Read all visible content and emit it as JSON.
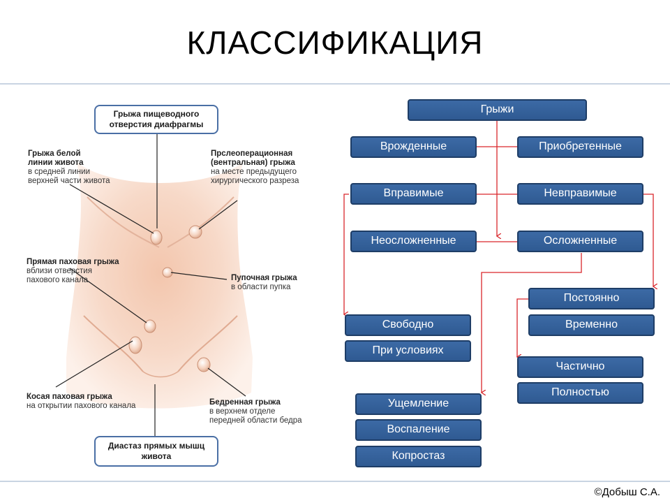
{
  "slide": {
    "title": "КЛАССИФИКАЦИЯ",
    "copyright": "©Добыш С.А."
  },
  "illustration": {
    "top_callout_line1": "Грыжа пищеводного",
    "top_callout_line2": "отверстия диафрагмы",
    "bottom_callout_line1": "Диастаз прямых мышц",
    "bottom_callout_line2": "живота",
    "labels": [
      {
        "title1": "Грыжа белой",
        "title2": "линии живота",
        "desc1": "в средней линии",
        "desc2": "верхней части живота"
      },
      {
        "title1": "Прслеоперационная",
        "title2": "(вентральная) грыжа",
        "desc1": "на месте предыдущего",
        "desc2": "хирургического разреза"
      },
      {
        "title1": "Прямая паховая грыжа",
        "title2": "",
        "desc1": "вблизи отверстия",
        "desc2": "пахового канала"
      },
      {
        "title1": "Пупочная грыжа",
        "title2": "",
        "desc1": "в области пупка",
        "desc2": ""
      },
      {
        "title1": "Косая паховая грыжа",
        "title2": "",
        "desc1": "на открытии пахового канала",
        "desc2": ""
      },
      {
        "title1": "Бедренная грыжа",
        "title2": "",
        "desc1": "в верхнем отделе",
        "desc2": "передней области бедра"
      }
    ]
  },
  "flow": {
    "root": "Грыжи",
    "congenital": "Врожденные",
    "acquired": "Приобретенные",
    "reducible": "Вправимые",
    "irreducible": "Невправимые",
    "uncomplicated": "Неосложненные",
    "complicated": "Осложненные",
    "freely": "Свободно",
    "conditionally": "При условиях",
    "permanent": "Постоянно",
    "temporary": "Временно",
    "partial": "Частично",
    "complete": "Полностью",
    "strangulation": "Ущемление",
    "inflammation": "Воспаление",
    "coprostasis": "Копростаз"
  },
  "colors": {
    "box_fill": "#3566a0",
    "box_border": "#1e3d66",
    "connector": "#d9262b",
    "callout_border": "#4a6fa5"
  }
}
